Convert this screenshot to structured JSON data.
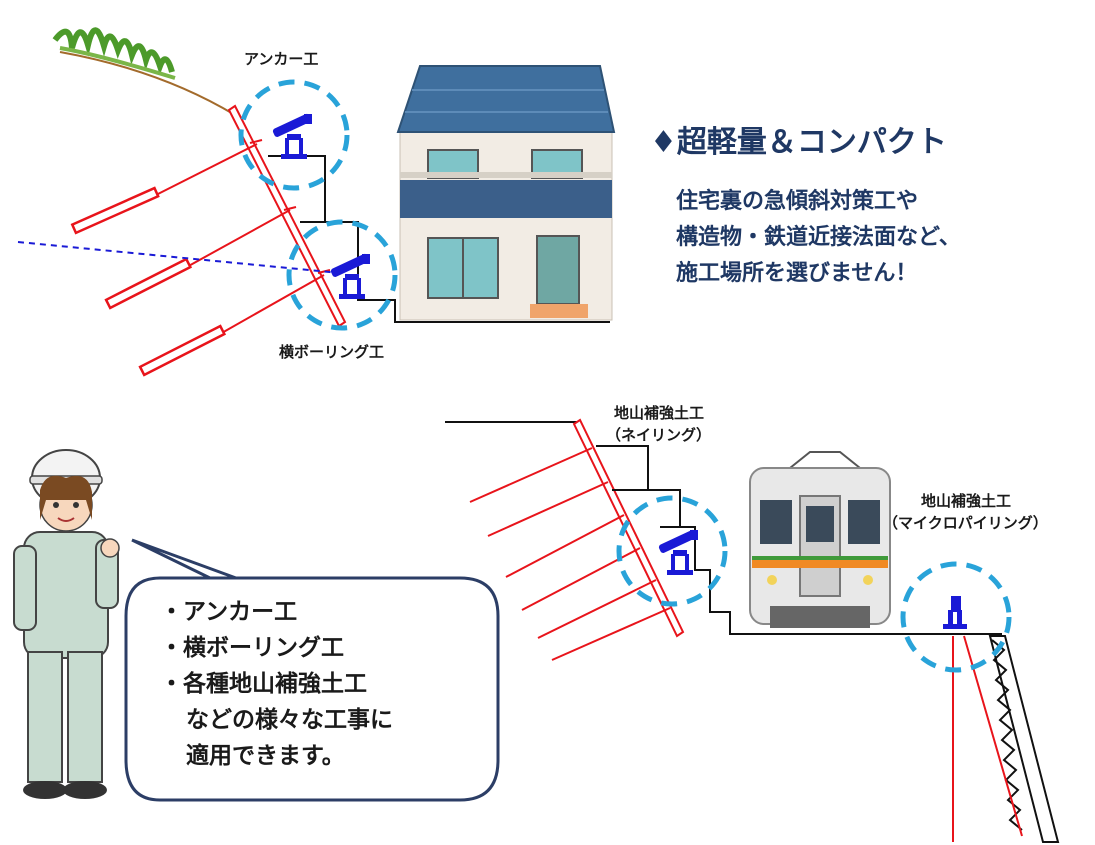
{
  "labels": {
    "anchor": "アンカー工",
    "horizontal_boring": "横ボーリング工",
    "nailing_title": "地山補強土工",
    "nailing_sub": "（ネイリング）",
    "micropile_title": "地山補強土工",
    "micropile_sub": "（マイクロパイリング）"
  },
  "heading": "♦超軽量＆コンパクト",
  "description": [
    "住宅裏の急傾斜対策工や",
    "構造物・鉄道近接法面など、",
    "施工場所を選びません！"
  ],
  "bubble": [
    "・アンカー工",
    "・横ボーリング工",
    "・各種地山補強土工",
    "などの様々な工事に",
    "適用できます。"
  ],
  "colors": {
    "heading": "#1f3864",
    "rod": "#e8141b",
    "circle": "#29a3d9",
    "machine": "#1a1ad6",
    "bubble_border": "#2c3e66",
    "house_roof": "#3f6f9e",
    "house_band": "#3b5f8a",
    "house_wall": "#f2ece4"
  },
  "icons": [
    "drill-machine-icon",
    "house-icon",
    "train-icon",
    "worker-icon",
    "grass-icon"
  ]
}
